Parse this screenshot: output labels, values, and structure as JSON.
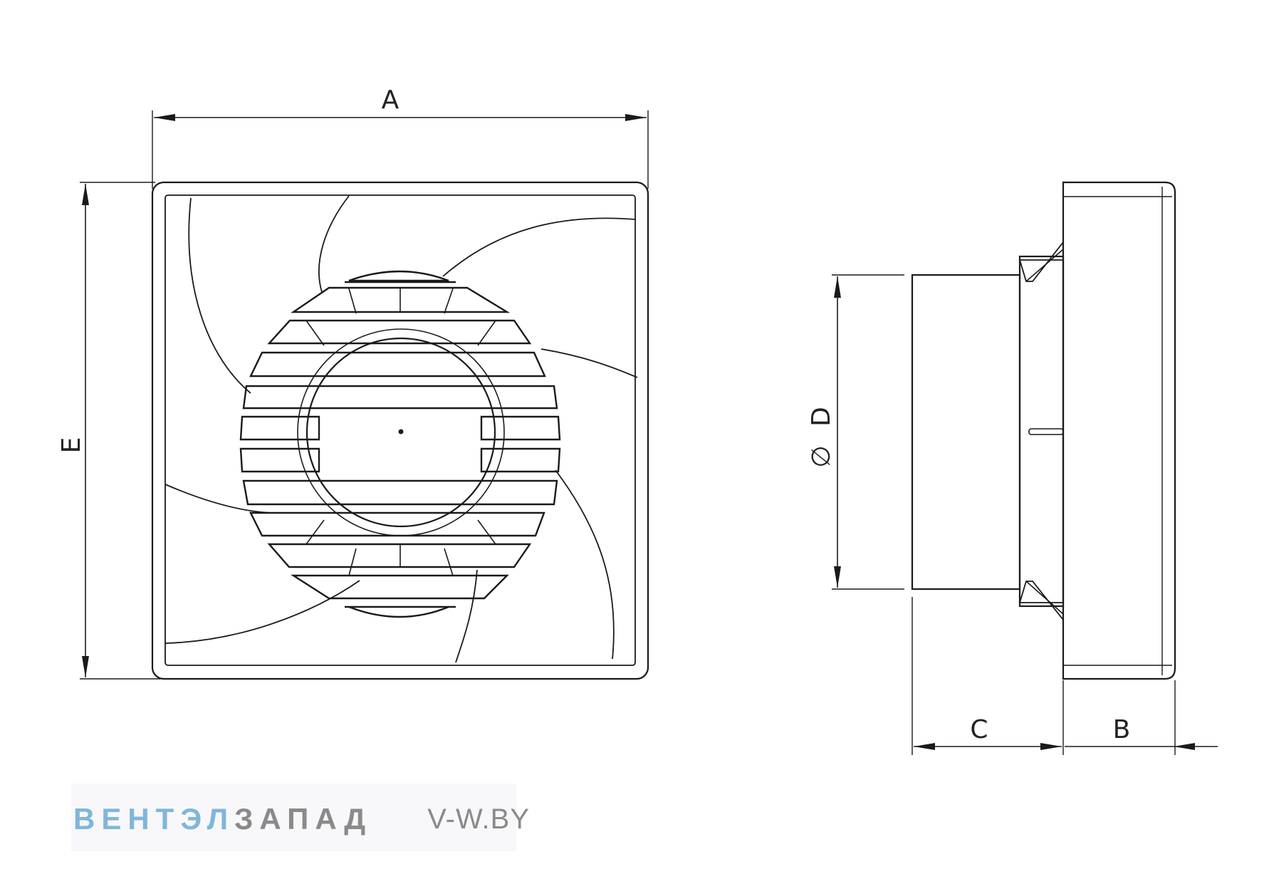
{
  "diagram": {
    "labels": {
      "width": "A",
      "height": "E",
      "diameter_symbol": "∅",
      "diameter": "D",
      "spigot_length": "C",
      "depth": "B"
    },
    "watermark": {
      "part_blue": "ВЕНТЭЛ",
      "part_gray": "ЗАПАД",
      "site": "V-W.BY"
    },
    "colors": {
      "line": "#1a1a1a",
      "watermark_blue": "#7fb6dc",
      "watermark_gray": "#8a8a8a"
    }
  }
}
